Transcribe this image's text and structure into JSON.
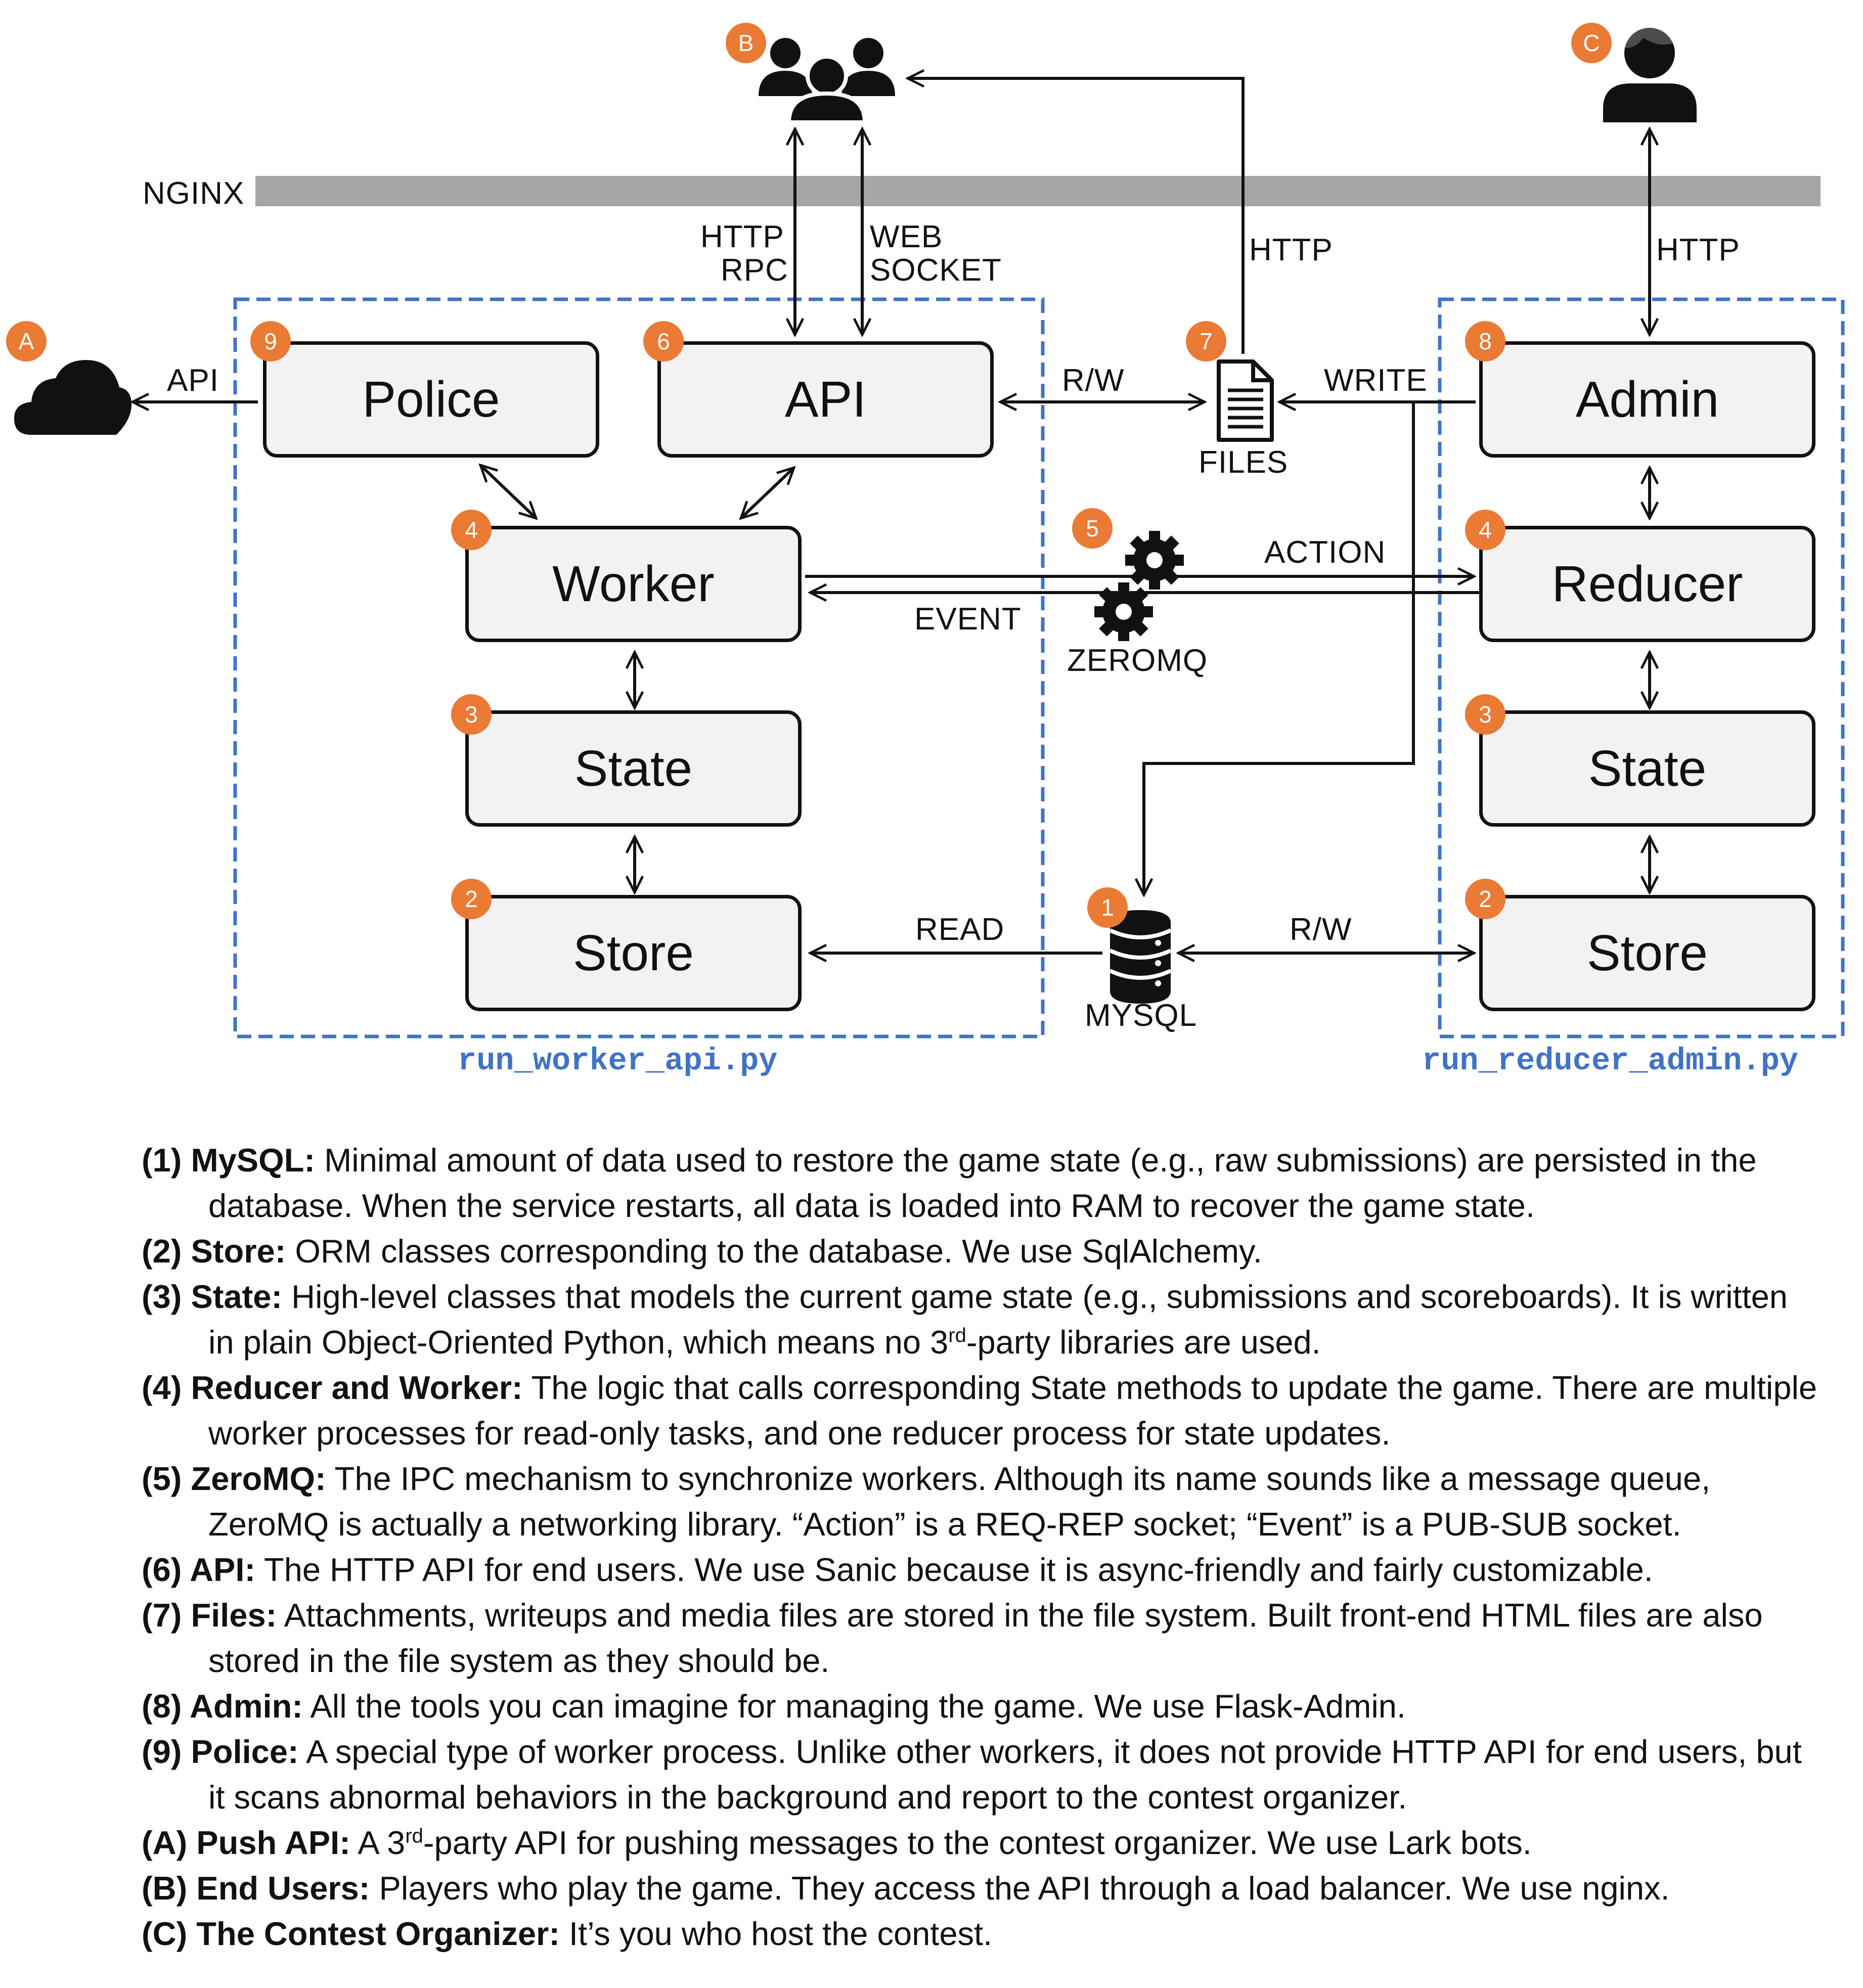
{
  "diagram": {
    "nginx_label": "NGINX",
    "edge_labels": {
      "http_rpc_1": "HTTP",
      "http_rpc_2": "RPC",
      "web_socket_1": "WEB",
      "web_socket_2": "SOCKET",
      "http_files": "HTTP",
      "http_admin": "HTTP",
      "api": "API",
      "rw_files": "R/W",
      "write": "WRITE",
      "action": "ACTION",
      "event": "EVENT",
      "zeromq": "ZEROMQ",
      "read": "READ",
      "rw_db": "R/W",
      "files": "FILES",
      "mysql": "MYSQL"
    },
    "components": {
      "police": "Police",
      "api": "API",
      "worker": "Worker",
      "state_left": "State",
      "store_left": "Store",
      "admin": "Admin",
      "reducer": "Reducer",
      "state_right": "State",
      "store_right": "Store"
    },
    "badges": {
      "police": "9",
      "api": "6",
      "worker": "4",
      "state_left": "3",
      "store_left": "2",
      "admin": "8",
      "reducer": "4",
      "state_right": "3",
      "store_right": "2",
      "files": "7",
      "zeromq": "5",
      "mysql": "1",
      "push_api": "A",
      "end_users": "B",
      "organizer": "C"
    },
    "process_files": {
      "left": "run_worker_api.py",
      "right": "run_reducer_admin.py"
    },
    "colors": {
      "badge": "#ea7a34",
      "dashed_box": "#3f73c6",
      "nginx_bar": "#a6a6a6",
      "component_fill": "#f2f2f2"
    }
  },
  "legend": [
    {
      "key": "(1) MySQL:",
      "text": "Minimal amount of data used to restore the game state (e.g., raw submissions) are persisted in the database. When the service restarts, all data is loaded into RAM to recover the game state."
    },
    {
      "key": "(2) Store:",
      "text": "ORM classes corresponding to the database. We use SqlAlchemy."
    },
    {
      "key": "(3) State:",
      "text_before": "High-level classes that models the current game state (e.g., submissions and scoreboards). It is written in plain Object-Oriented Python, which means no 3",
      "sup": "rd",
      "text_after": "-party libraries are used."
    },
    {
      "key": "(4) Reducer and Worker:",
      "text": "The logic that calls corresponding State methods to update the game. There are multiple worker processes for read-only tasks, and one reducer process for state updates."
    },
    {
      "key": "(5) ZeroMQ:",
      "text": "The IPC mechanism to synchronize workers. Although its name sounds like a message queue, ZeroMQ is actually a networking library. “Action” is a REQ-REP socket; “Event” is a PUB-SUB socket."
    },
    {
      "key": "(6) API:",
      "text": "The HTTP API for end users. We use Sanic because it is async-friendly and fairly customizable."
    },
    {
      "key": "(7) Files:",
      "text": "Attachments, writeups and media files are stored in the file system. Built front-end HTML files are also stored in the file system as they should be."
    },
    {
      "key": "(8) Admin:",
      "text": "All the tools you can imagine for managing the game. We use Flask-Admin."
    },
    {
      "key": "(9) Police:",
      "text": "A special type of worker process. Unlike other workers, it does not provide HTTP API for end users, but it scans abnormal behaviors in the background and report to the contest organizer."
    },
    {
      "key": "(A) Push API:",
      "text_before": "A 3",
      "sup": "rd",
      "text_after": "-party API for pushing messages to the contest organizer. We use Lark bots."
    },
    {
      "key": "(B) End Users:",
      "text": "Players who play the game. They access the API through a load balancer. We use nginx."
    },
    {
      "key": "(C) The Contest Organizer:",
      "text": "It’s you who host the contest."
    }
  ]
}
